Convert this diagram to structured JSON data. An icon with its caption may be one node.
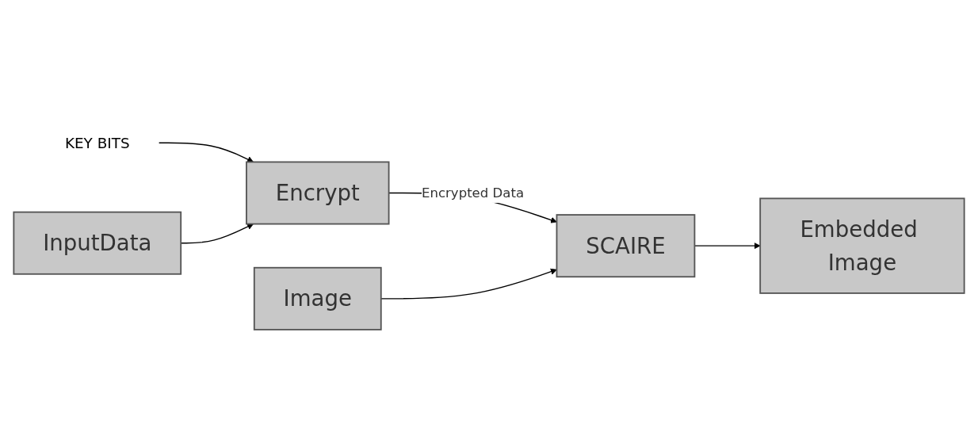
{
  "diagram": {
    "nodes": [
      {
        "text": [
          "KEY BITS"
        ]
      },
      {
        "text": [
          "InputData"
        ]
      },
      {
        "text": [
          "Encrypt"
        ]
      },
      {
        "text": [
          "Image"
        ]
      },
      {
        "text": [
          "SCAIRE"
        ]
      },
      {
        "text": [
          "Embedded Image"
        ]
      }
    ],
    "edges": [
      {
        "from": 0,
        "to": 2,
        "arrow": "to"
      },
      {
        "from": 1,
        "to": 2,
        "arrow": "to"
      },
      {
        "from": 2,
        "to": 4,
        "arrow": "to",
        "label": "Encrypted Data"
      },
      {
        "from": 3,
        "to": 4,
        "arrow": "to"
      },
      {
        "from": 4,
        "to": 5,
        "arrow": "to"
      }
    ]
  }
}
